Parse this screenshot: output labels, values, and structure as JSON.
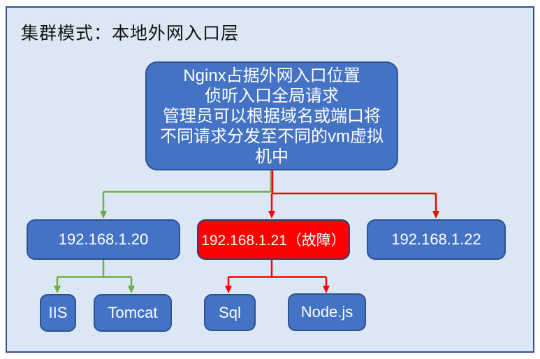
{
  "title": "集群模式：本地外网入口层",
  "diagram": {
    "root": {
      "text": "Nginx占据外网入口位置\n侦听入口全局请求\n管理员可以根据域名或端口将\n不同请求分发至不同的vm虚拟\n机中"
    },
    "servers": [
      {
        "label": "192.168.1.20",
        "status": "normal"
      },
      {
        "label": "192.168.1.21（故障）",
        "status": "fault"
      },
      {
        "label": "192.168.1.22",
        "status": "normal"
      }
    ],
    "services": [
      {
        "label": "IIS",
        "parent": "192.168.1.20"
      },
      {
        "label": "Tomcat",
        "parent": "192.168.1.20"
      },
      {
        "label": "Sql",
        "parent": "192.168.1.21（故障）"
      },
      {
        "label": "Node.js",
        "parent": "192.168.1.21（故障）"
      }
    ]
  },
  "colors": {
    "background": "#dbe7f4",
    "frame_border": "#2d5191",
    "node_blue": "#4472c4",
    "node_blue_border": "#2f528f",
    "node_fault_fill": "#ff0000",
    "node_fault_border": "#24427c",
    "arrow_green": "#70ad47",
    "arrow_red": "#ff0000",
    "text_white": "#ffffff",
    "title_text": "#111111"
  }
}
